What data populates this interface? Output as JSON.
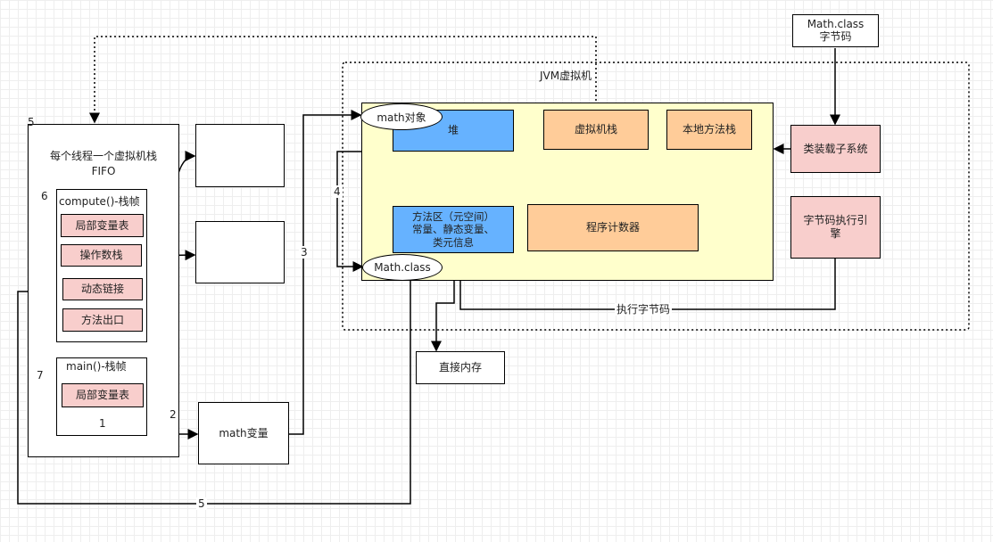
{
  "jvm": {
    "title": "JVM虚拟机",
    "heap": "堆",
    "vm_stack": "虚拟机栈",
    "native_stack": "本地方法栈",
    "method_area": "方法区（元空间）\n常量、静态变量、\n类元信息",
    "pc_register": "程序计数器",
    "class_loader": "类装载子系统",
    "exec_engine": "字节码执行引\n擎",
    "math_object": "math对象",
    "math_class": "Math.class"
  },
  "bytecode_source": "Math.class\n字节码",
  "direct_memory": "直接内存",
  "thread_stack": {
    "title": "每个线程一个虚拟机栈\nFIFO",
    "compute_frame": {
      "title": "compute()-栈帧",
      "items": [
        "局部变量表",
        "操作数栈",
        "动态链接",
        "方法出口"
      ]
    },
    "main_frame": {
      "title": "main()-栈帧",
      "items": [
        "局部变量表"
      ],
      "number": "1"
    }
  },
  "math_variable": "math变量",
  "edge_labels": {
    "exec_bytecode": "执行字节码",
    "n2": "2",
    "n3": "3",
    "n4": "4",
    "n5_top": "5",
    "n5_bottom": "5",
    "n6": "6",
    "n7": "7"
  }
}
